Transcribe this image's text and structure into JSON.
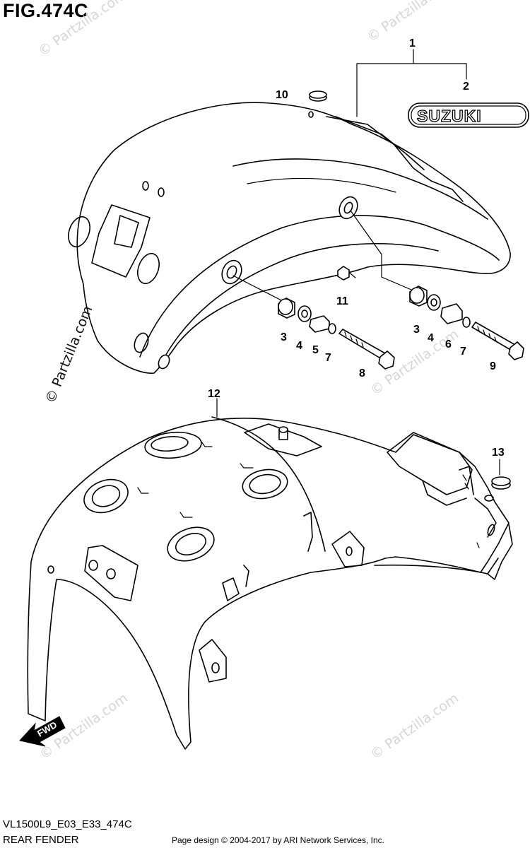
{
  "figure": {
    "title": "FIG.474C",
    "model_code": "VL1500L9_E03_E33_474C",
    "section_name": "REAR FENDER",
    "copyright": "Page design © 2004-2017 by ARI Network Services, Inc."
  },
  "emblem": {
    "text": "SUZUKI"
  },
  "fwd_arrow": {
    "text": "FWD"
  },
  "watermark": {
    "text": "© Partzilla.com"
  },
  "callouts": [
    "1",
    "2",
    "3",
    "4",
    "5",
    "7",
    "8",
    "3",
    "4",
    "6",
    "7",
    "9",
    "10",
    "11",
    "12",
    "13"
  ]
}
